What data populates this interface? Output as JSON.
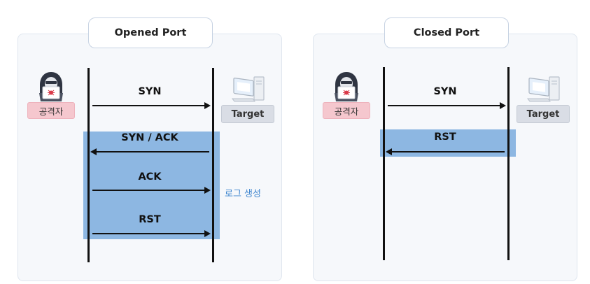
{
  "panels": [
    {
      "title": "Opened Port",
      "attacker_label": "공격자",
      "target_label": "Target",
      "messages": [
        "SYN",
        "SYN / ACK",
        "ACK",
        "RST"
      ],
      "log_label": "로그 생성"
    },
    {
      "title": "Closed Port",
      "attacker_label": "공격자",
      "target_label": "Target",
      "messages": [
        "SYN",
        "RST"
      ]
    }
  ],
  "colors": {
    "highlight": "#8db7e2",
    "log_text": "#3f86cf",
    "attacker_badge": "#f5c7ce",
    "target_badge": "#d9dde5"
  },
  "icons": {
    "attacker": "hooded-hacker-icon",
    "target": "computer-icon"
  }
}
